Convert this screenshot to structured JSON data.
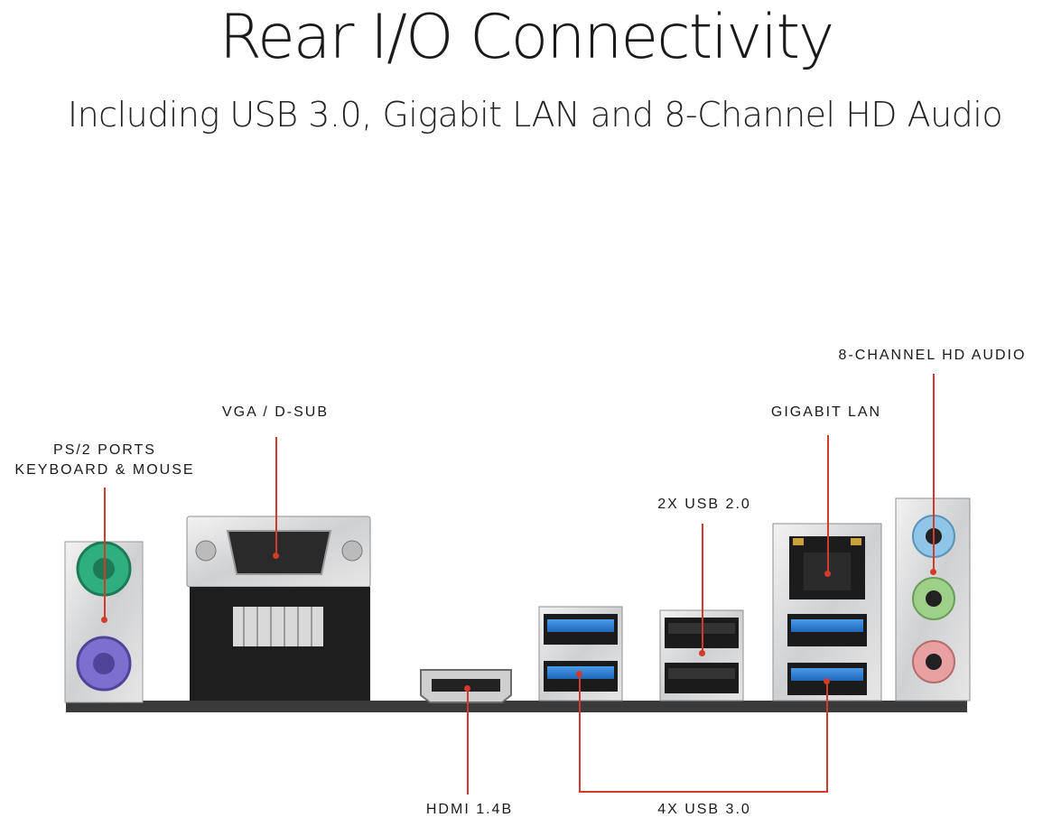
{
  "header": {
    "title": "Rear I/O Connectivity",
    "subtitle": "Including USB 3.0, Gigabit LAN and 8-Channel HD Audio"
  },
  "labels": {
    "ps2_line1": "PS/2 PORTS",
    "ps2_line2": "KEYBOARD & MOUSE",
    "vga": "VGA / D-SUB",
    "usb2": "2X USB 2.0",
    "lan": "GIGABIT LAN",
    "audio": "8-CHANNEL HD AUDIO",
    "hdmi": "HDMI 1.4B",
    "usb3": "4X USB 3.0"
  },
  "colors": {
    "accent": "#d23a2b",
    "ps2_keyboard": "#2fae7e",
    "ps2_mouse": "#7c6fcf",
    "usb3_blue": "#2d7fd3",
    "audio_line_in": "#8fc6e8",
    "audio_line_out": "#9fd08a",
    "audio_mic": "#e8a0a0"
  }
}
